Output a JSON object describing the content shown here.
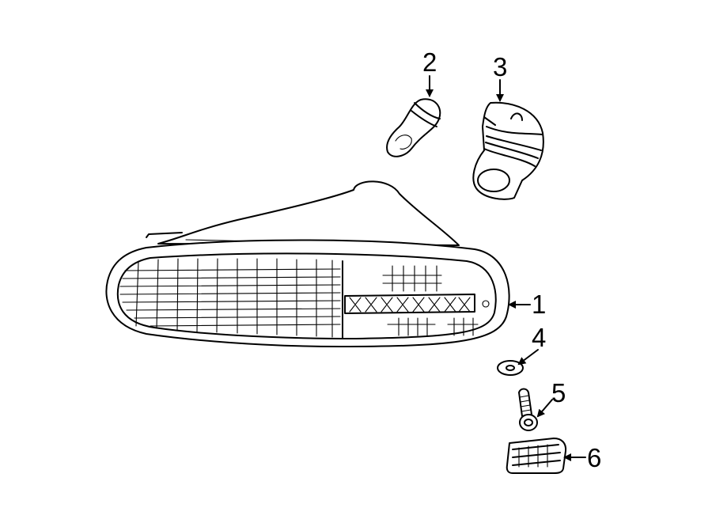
{
  "diagram": {
    "parts": [
      {
        "id": "lamp-assembly",
        "callout": "1"
      },
      {
        "id": "small-bulb",
        "callout": "2"
      },
      {
        "id": "bulb-socket",
        "callout": "3"
      },
      {
        "id": "washer",
        "callout": "4"
      },
      {
        "id": "screw",
        "callout": "5"
      },
      {
        "id": "clip-nut",
        "callout": "6"
      }
    ],
    "line_color": "#000000",
    "background": "#ffffff"
  }
}
